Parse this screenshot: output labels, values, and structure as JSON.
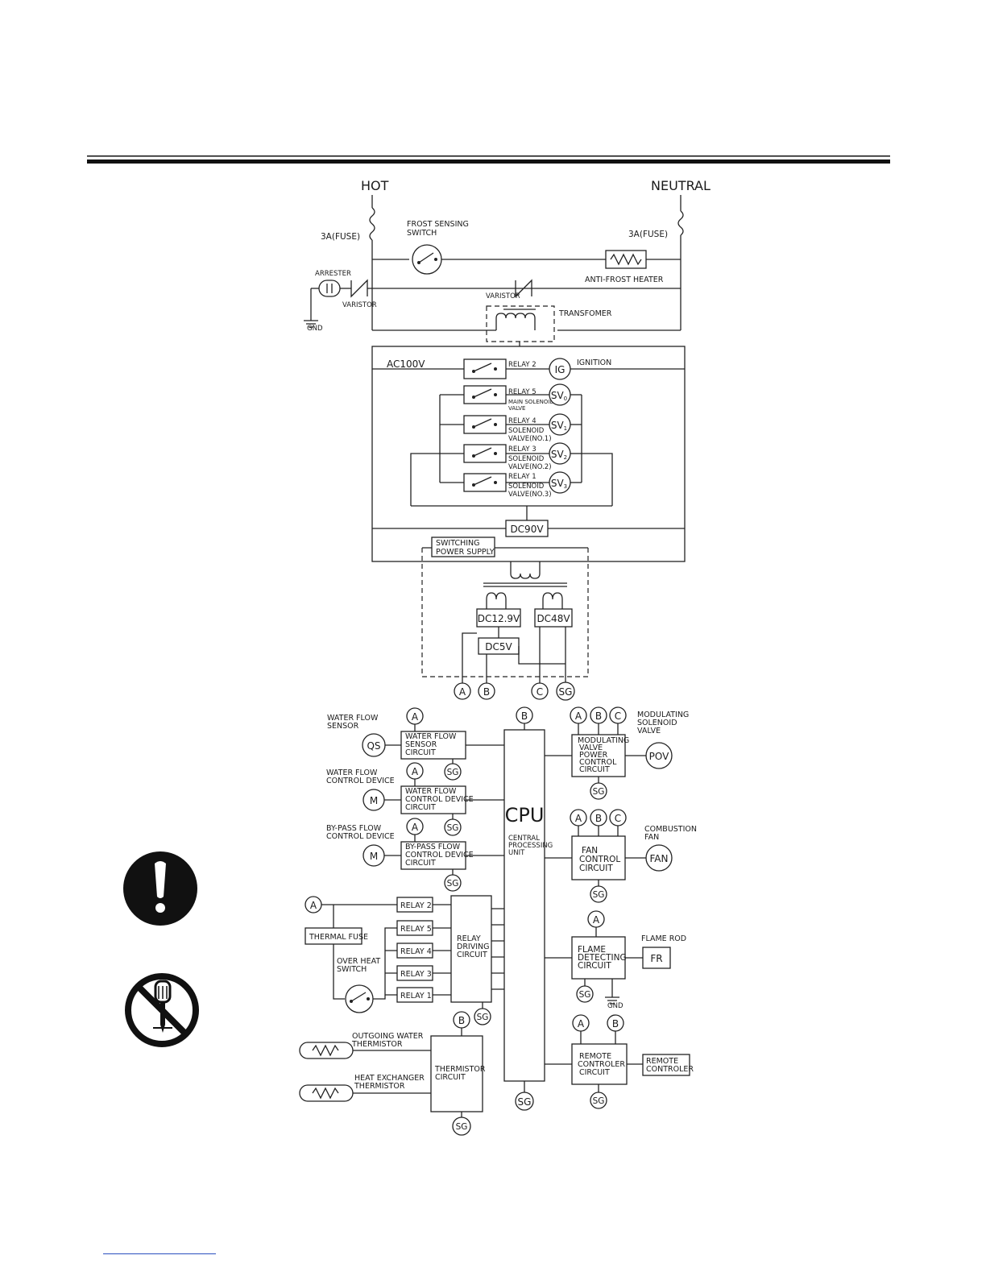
{
  "supply": {
    "hot": "HOT",
    "neutral": "NEUTRAL",
    "fuse_left": "3A(FUSE)",
    "fuse_right": "3A(FUSE)",
    "frost_switch": [
      "FROST SENSING",
      "SWITCH"
    ],
    "anti_frost_heater": "ANTI-FROST HEATER",
    "arrester": "ARRESTER",
    "varistor_left": "VARISTOR",
    "varistor_mid": "VARISTOR",
    "gnd": "GND",
    "transformer": "TRANSFOMER",
    "ac100v": "AC100V"
  },
  "relays": {
    "relay2": {
      "label": "RELAY 2",
      "load": "IG",
      "desc": "IGNITION"
    },
    "relay5": {
      "label": "RELAY 5",
      "load": "SV",
      "sub": "0",
      "desc": [
        "MAIN SOLENOID",
        "VALVE"
      ]
    },
    "relay4": {
      "label": "RELAY 4",
      "load": "SV",
      "sub": "1",
      "desc": [
        "SOLENOID",
        "VALVE(NO.1)"
      ]
    },
    "relay3": {
      "label": "RELAY 3",
      "load": "SV",
      "sub": "2",
      "desc": [
        "SOLENOID",
        "VALVE(NO.2)"
      ]
    },
    "relay1": {
      "label": "RELAY 1",
      "load": "SV",
      "sub": "3",
      "desc": [
        "SOLENOID",
        "VALVE(NO.3)"
      ]
    }
  },
  "power": {
    "dc90v": "DC90V",
    "switching": [
      "SWITCHING",
      "POWER SUPPLY"
    ],
    "dc129v": "DC12.9V",
    "dc48v": "DC48V",
    "dc5v": "DC5V"
  },
  "nodes": {
    "a": "A",
    "b": "B",
    "c": "C",
    "sg": "SG"
  },
  "cpu": {
    "title": "CPU",
    "sub": [
      "CENTRAL",
      "PROCESSING",
      "UNIT"
    ]
  },
  "left_blocks": {
    "water_flow_sensor": {
      "label": [
        "WATER FLOW",
        "SENSOR"
      ],
      "device": "QS",
      "circuit": [
        "WATER FLOW",
        "SENSOR",
        "CIRCUIT"
      ]
    },
    "water_flow_control": {
      "label": [
        "WATER FLOW",
        "CONTROL DEVICE"
      ],
      "device": "M",
      "circuit": [
        "WATER FLOW",
        "CONTROL DEVICE",
        "CIRCUIT"
      ]
    },
    "bypass": {
      "label": [
        "BY-PASS FLOW",
        "CONTROL DEVICE"
      ],
      "device": "M",
      "circuit": [
        "BY-PASS FLOW",
        "CONTROL DEVICE",
        "CIRCUIT"
      ]
    },
    "relay_driving": {
      "circuit": [
        "RELAY",
        "DRIVING",
        "CIRCUIT"
      ],
      "relays": [
        "RELAY 2",
        "RELAY 5",
        "RELAY 4",
        "RELAY 3",
        "RELAY 1"
      ]
    },
    "thermal_fuse": "THERMAL FUSE",
    "over_heat": [
      "OVER HEAT",
      "SWITCH"
    ],
    "outgoing_thermistor": [
      "OUTGOING WATER",
      "THERMISTOR"
    ],
    "hx_thermistor": [
      "HEAT EXCHANGER",
      "THERMISTOR"
    ],
    "thermistor_circuit": [
      "THERMISTOR",
      "CIRCUIT"
    ]
  },
  "right_blocks": {
    "modulating": {
      "label": [
        "MODULATING",
        "SOLENOID",
        "VALVE"
      ],
      "circuit": [
        "MODULATING",
        "VALVE",
        "POWER",
        "CONTROL",
        "CIRCUIT"
      ],
      "device": "POV"
    },
    "fan": {
      "label": [
        "COMBUSTION",
        "FAN"
      ],
      "circuit": [
        "FAN",
        "CONTROL",
        "CIRCUIT"
      ],
      "device": "FAN"
    },
    "flame": {
      "label": "FLAME ROD",
      "circuit": [
        "FLAME",
        "DETECTING",
        "CIRCUIT"
      ],
      "device": "FR",
      "gnd": "GND"
    },
    "remote": {
      "circuit": [
        "REMOTE",
        "CONTROLER",
        "CIRCUIT"
      ],
      "device": [
        "REMOTE",
        "CONTROLER"
      ]
    }
  }
}
